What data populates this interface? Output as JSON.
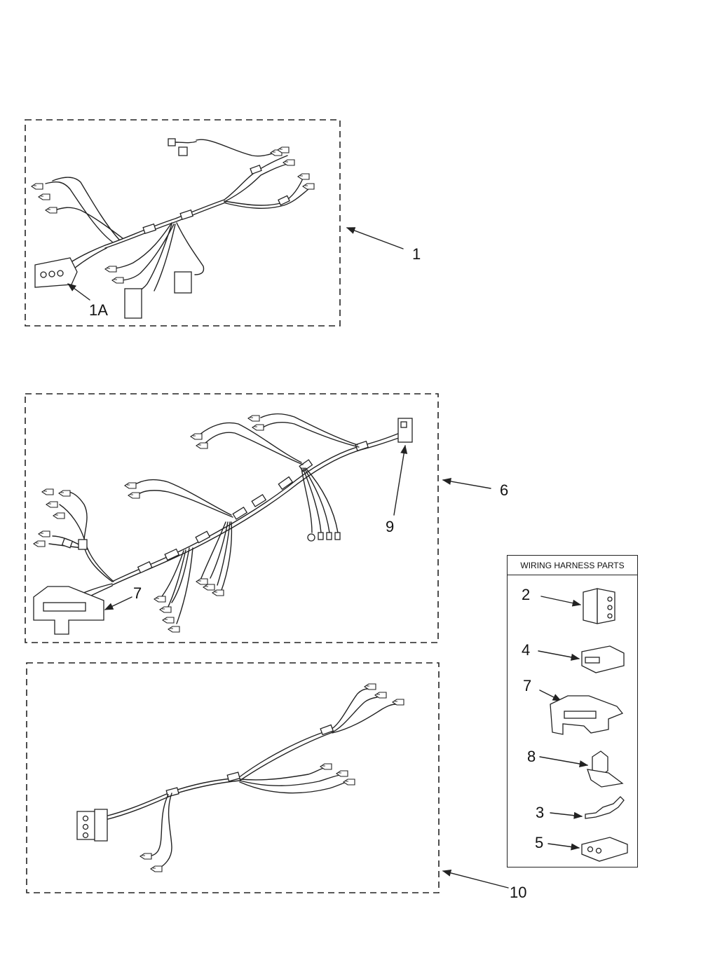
{
  "callouts": {
    "c1": "1",
    "c1a": "1A",
    "c6": "6",
    "c7a": "7",
    "c9": "9",
    "c10": "10"
  },
  "legend": {
    "title": "WIRING HARNESS PARTS",
    "items": [
      "2",
      "4",
      "7",
      "8",
      "3",
      "5"
    ]
  }
}
